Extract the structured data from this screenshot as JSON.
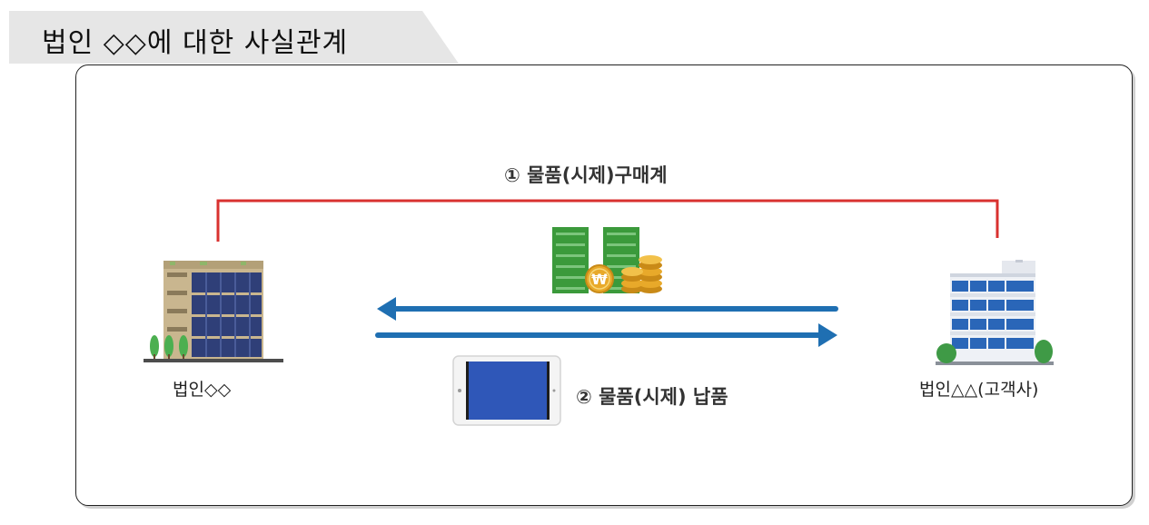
{
  "title": "법인 ◇◇에 대한 사실관계",
  "diagram": {
    "relation_label": "① 물품(시제)구매계",
    "delivery_label": "② 물품(시제) 납품",
    "left_entity": "법인◇◇",
    "right_entity": "법인△△(고객사)",
    "currency_symbol": "₩"
  },
  "colors": {
    "relation_line": "#d9312f",
    "arrows": "#1f6fb2",
    "money_green": "#3b9a3b",
    "coin_gold": "#e8a92a",
    "tablet_screen": "#2f57b8",
    "tab_background": "#e6e6e6"
  },
  "icons": {
    "left_building": "office-building-icon",
    "right_building": "client-building-icon",
    "money": "money-stack-icon",
    "tablet": "tablet-icon"
  }
}
